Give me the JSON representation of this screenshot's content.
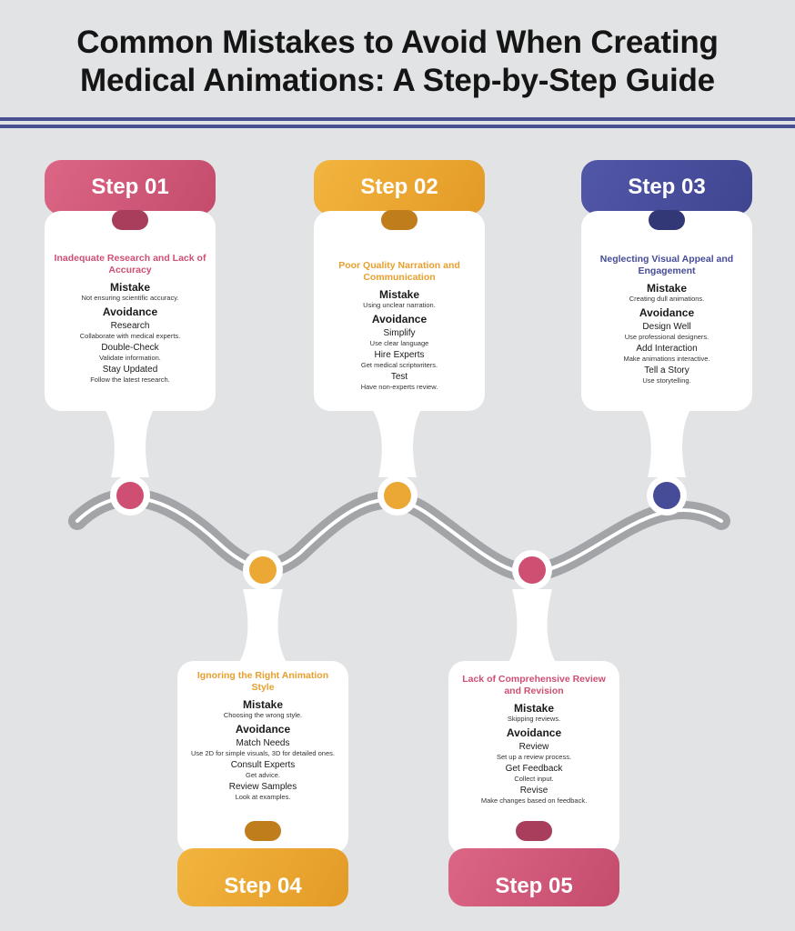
{
  "title_line1": "Common Mistakes to Avoid When Creating",
  "title_line2": "Medical Animations: A Step-by-Step Guide",
  "colors": {
    "pink": "#cf4f72",
    "orange": "#eba834",
    "blue": "#464c98",
    "rule": "#4a4e93",
    "background": "#e2e3e5"
  },
  "steps": [
    {
      "label": "Step 01",
      "color": "pink",
      "heading": "Inadequate Research and Lack of Accuracy",
      "mistake_title": "Mistake",
      "mistake": "Not ensuring scientific accuracy.",
      "avoidance_title": "Avoidance",
      "tips": [
        {
          "title": "Research",
          "desc": "Collaborate with medical experts."
        },
        {
          "title": "Double-Check",
          "desc": "Validate information."
        },
        {
          "title": "Stay Updated",
          "desc": "Follow the latest research."
        }
      ]
    },
    {
      "label": "Step 02",
      "color": "orange",
      "heading": "Poor Quality Narration and Communication",
      "mistake_title": "Mistake",
      "mistake": "Using unclear narration.",
      "avoidance_title": "Avoidance",
      "tips": [
        {
          "title": "Simplify",
          "desc": "Use clear language"
        },
        {
          "title": "Hire Experts",
          "desc": "Get medical scriptwriters."
        },
        {
          "title": "Test",
          "desc": "Have non-experts review."
        }
      ]
    },
    {
      "label": "Step 03",
      "color": "blue",
      "heading": "Neglecting Visual Appeal and Engagement",
      "mistake_title": "Mistake",
      "mistake": "Creating dull animations.",
      "avoidance_title": "Avoidance",
      "tips": [
        {
          "title": "Design Well",
          "desc": "Use professional designers."
        },
        {
          "title": "Add Interaction",
          "desc": "Make animations interactive."
        },
        {
          "title": "Tell a Story",
          "desc": "Use storytelling."
        }
      ]
    },
    {
      "label": "Step 04",
      "color": "orange",
      "heading": "Ignoring the Right Animation Style",
      "mistake_title": "Mistake",
      "mistake": "Choosing the wrong style.",
      "avoidance_title": "Avoidance",
      "tips": [
        {
          "title": "Match Needs",
          "desc": "Use 2D for simple visuals, 3D for detailed ones."
        },
        {
          "title": "Consult Experts",
          "desc": "Get advice."
        },
        {
          "title": "Review Samples",
          "desc": "Look at examples."
        }
      ]
    },
    {
      "label": "Step 05",
      "color": "pink",
      "heading": "Lack of Comprehensive Review and Revision",
      "mistake_title": "Mistake",
      "mistake": "Skipping reviews.",
      "avoidance_title": "Avoidance",
      "tips": [
        {
          "title": "Review",
          "desc": "Set up a review process."
        },
        {
          "title": "Get Feedback",
          "desc": "Collect input."
        },
        {
          "title": "Revise",
          "desc": "Make changes based on feedback."
        }
      ]
    }
  ]
}
